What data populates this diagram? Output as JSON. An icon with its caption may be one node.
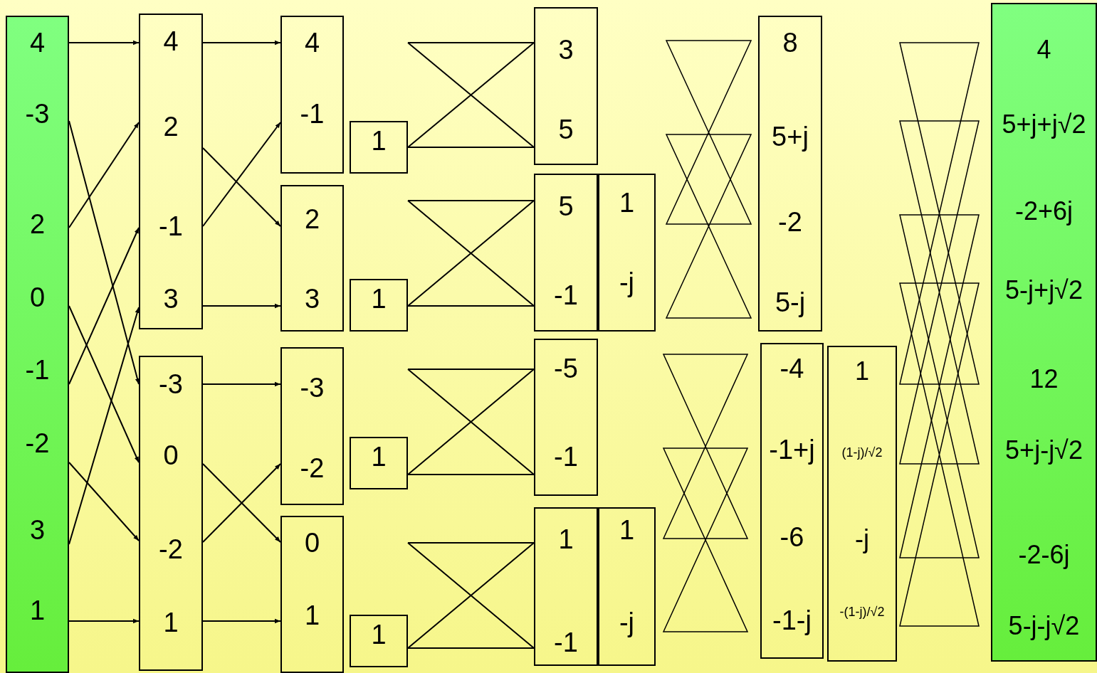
{
  "diagram": {
    "nodes": [
      {
        "text": [
          "4",
          "-3",
          "2",
          "0",
          "-1",
          "-2",
          "3",
          "1"
        ]
      },
      {
        "text": [
          "4",
          "2",
          "-1",
          "3"
        ]
      },
      {
        "text": [
          "-3",
          "0",
          "-2",
          "1"
        ]
      },
      {
        "text": [
          "4",
          "-1"
        ]
      },
      {
        "text": [
          "2",
          "3"
        ]
      },
      {
        "text": [
          "-3",
          "-2"
        ]
      },
      {
        "text": [
          "0",
          "1"
        ]
      },
      {
        "text": [
          "1"
        ]
      },
      {
        "text": [
          "1"
        ]
      },
      {
        "text": [
          "1"
        ]
      },
      {
        "text": [
          "1"
        ]
      },
      {
        "text": [
          "3",
          "5"
        ]
      },
      {
        "text": [
          "5",
          "-1"
        ]
      },
      {
        "text": [
          "1",
          "-j"
        ]
      },
      {
        "text": [
          "-5",
          "-1"
        ]
      },
      {
        "text": [
          "1",
          "-1"
        ]
      },
      {
        "text": [
          "1",
          "-j"
        ]
      },
      {
        "text": [
          "8",
          "5+j",
          "-2",
          "5-j"
        ]
      },
      {
        "text": [
          "-4",
          "-1+j",
          "-6",
          "-1-j"
        ]
      },
      {
        "text": [
          "1",
          "(1-j)/√2",
          "-j",
          "-(1-j)/√2"
        ]
      },
      {
        "text": [
          "4",
          "5+j+j√2",
          "-2+6j",
          "5-j+j√2",
          "12",
          "5+j-j√2",
          "-2-6j",
          "5-j-j√2"
        ]
      }
    ],
    "edges": [
      {
        "from": 0,
        "to": 1,
        "arrow": "to"
      },
      {
        "from": 0,
        "to": 2,
        "arrow": "to"
      },
      {
        "from": 0,
        "to": 1,
        "arrow": "to"
      },
      {
        "from": 0,
        "to": 2,
        "arrow": "to"
      },
      {
        "from": 0,
        "to": 1,
        "arrow": "to"
      },
      {
        "from": 0,
        "to": 2,
        "arrow": "to"
      },
      {
        "from": 0,
        "to": 1,
        "arrow": "to"
      },
      {
        "from": 0,
        "to": 2,
        "arrow": "to"
      },
      {
        "from": 1,
        "to": 3,
        "arrow": "to"
      },
      {
        "from": 1,
        "to": 4,
        "arrow": "to"
      },
      {
        "from": 1,
        "to": 3,
        "arrow": "to"
      },
      {
        "from": 1,
        "to": 4,
        "arrow": "to"
      },
      {
        "from": 2,
        "to": 5,
        "arrow": "to"
      },
      {
        "from": 2,
        "to": 6,
        "arrow": "to"
      },
      {
        "from": 2,
        "to": 5,
        "arrow": "to"
      },
      {
        "from": 2,
        "to": 6,
        "arrow": "to"
      },
      {
        "from": null,
        "to": 11,
        "arrow": "none"
      },
      {
        "from": null,
        "to": 11,
        "arrow": "none"
      },
      {
        "from": 7,
        "to": 11,
        "arrow": "none"
      },
      {
        "from": 7,
        "to": 11,
        "arrow": "none"
      },
      {
        "from": null,
        "to": 12,
        "arrow": "none"
      },
      {
        "from": null,
        "to": 12,
        "arrow": "none"
      },
      {
        "from": 8,
        "to": 12,
        "arrow": "none"
      },
      {
        "from": 8,
        "to": 12,
        "arrow": "none"
      },
      {
        "from": null,
        "to": 14,
        "arrow": "none"
      },
      {
        "from": null,
        "to": 14,
        "arrow": "none"
      },
      {
        "from": 9,
        "to": 14,
        "arrow": "none"
      },
      {
        "from": 9,
        "to": 14,
        "arrow": "none"
      },
      {
        "from": null,
        "to": 15,
        "arrow": "none"
      },
      {
        "from": null,
        "to": 15,
        "arrow": "none"
      },
      {
        "from": 10,
        "to": 15,
        "arrow": "none"
      },
      {
        "from": 10,
        "to": 15,
        "arrow": "none"
      }
    ]
  }
}
